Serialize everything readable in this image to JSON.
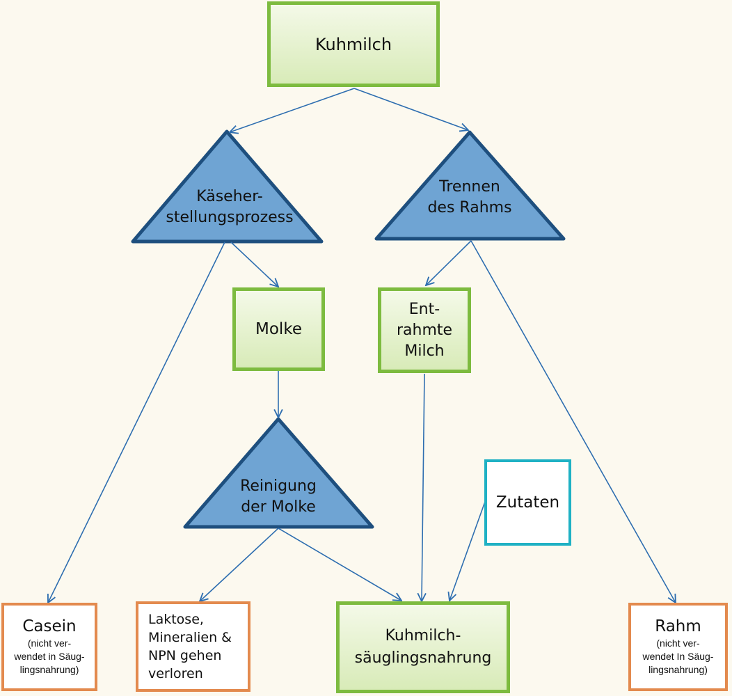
{
  "nodes": {
    "kuhmilch": "Kuhmilch",
    "kaeseherstellung": "Käseher-\nstellungsprozess",
    "trennen": "Trennen\ndes Rahms",
    "molke": "Molke",
    "entrahmte": "Ent-\nrahmte\nMilch",
    "reinigung": "Reinigung\nder Molke",
    "zutaten": "Zutaten",
    "casein_title": "Casein",
    "casein_note": "(nicht ver-\nwendet in Säug-\nlingsnahrung)",
    "laktose": "Laktose,\nMineralien &\nNPN gehen\nverloren",
    "saeuglingsnahrung": "Kuhmilch-\nsäuglingsnahrung",
    "rahm_title": "Rahm",
    "rahm_note": "(nicht ver-\nwendet In Säug-\nlingsnahrung)"
  },
  "colors": {
    "green_border": "#7dbb3f",
    "triangle_fill": "#6fa4d3",
    "triangle_border": "#1e4f7e",
    "orange_border": "#e38a4e",
    "teal_border": "#1fb1c4",
    "arrow": "#2e6eb0",
    "background": "#fcf9ef"
  }
}
